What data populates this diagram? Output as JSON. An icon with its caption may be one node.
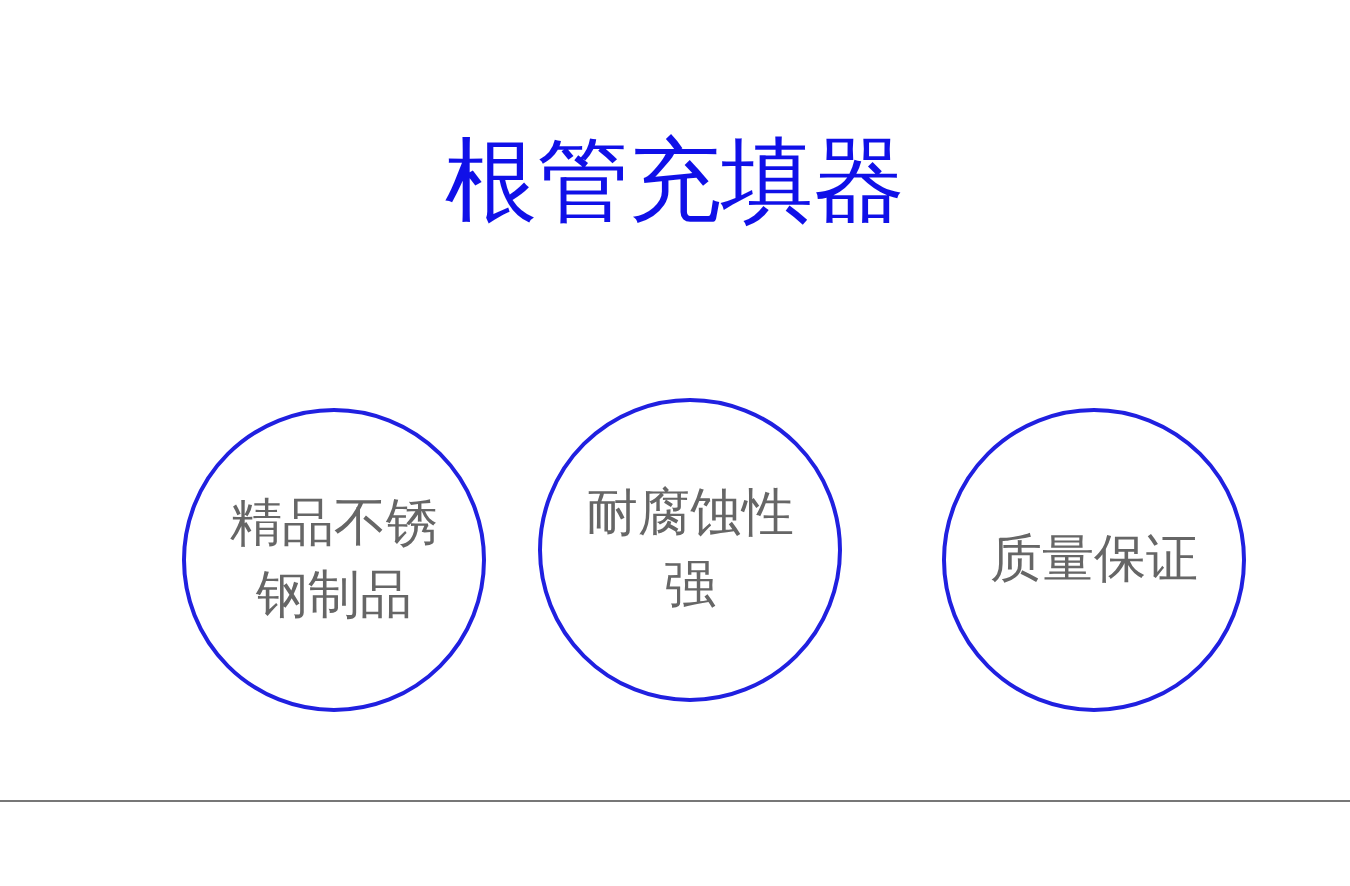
{
  "diagram": {
    "title": "根管充填器",
    "nodes": [
      {
        "text": [
          "精品不锈钢制品"
        ]
      },
      {
        "text": [
          "耐腐蚀性强"
        ]
      },
      {
        "text": [
          "质量保证"
        ]
      }
    ]
  }
}
